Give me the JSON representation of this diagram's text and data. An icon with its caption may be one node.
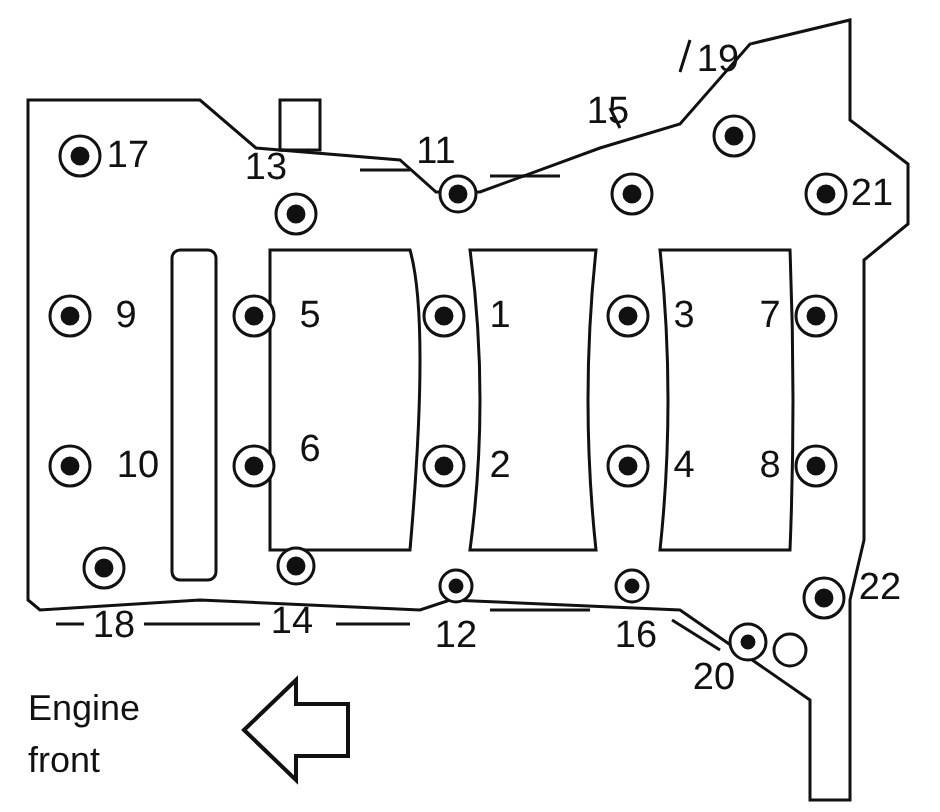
{
  "diagram": {
    "labels": [
      "19",
      "15",
      "17",
      "13",
      "11",
      "21",
      "9",
      "5",
      "1",
      "3",
      "7",
      "10",
      "6",
      "2",
      "4",
      "8",
      "22",
      "18",
      "14",
      "12",
      "16",
      "20",
      "Engine front"
    ]
  }
}
